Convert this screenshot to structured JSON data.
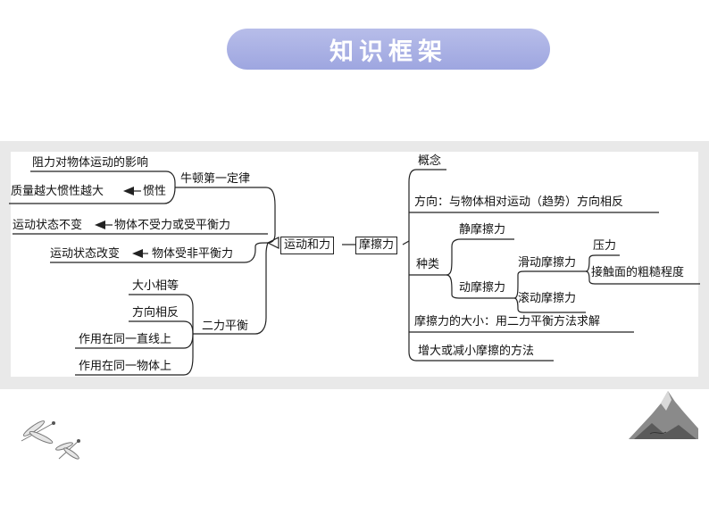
{
  "header": {
    "title": "知识框架"
  },
  "mindmap": {
    "center_left": "运动和力",
    "center_right": "摩擦力",
    "left": {
      "newton": "牛顿第一定律",
      "resistance_effect": "阻力对物体运动的影响",
      "inertia": "惯性",
      "inertia_mass": "质量越大惯性越大",
      "no_force": "物体不受力或受平衡力",
      "state_unchanged": "运动状态不变",
      "unbalanced": "物体受非平衡力",
      "state_changed": "运动状态改变",
      "two_force_balance": "二力平衡",
      "equal_size": "大小相等",
      "opposite_direction": "方向相反",
      "same_line": "作用在同一直线上",
      "same_object": "作用在同一物体上"
    },
    "right": {
      "concept": "概念",
      "direction": "方向：与物体相对运动（趋势）方向相反",
      "types": "种类",
      "static": "静摩擦力",
      "dynamic": "动摩擦力",
      "sliding": "滑动摩擦力",
      "rolling": "滚动摩擦力",
      "pressure": "压力",
      "roughness": "接触面的粗糙程度",
      "magnitude": "摩擦力的大小：用二力平衡方法求解",
      "methods": "增大或减小摩擦的方法"
    }
  },
  "colors": {
    "banner": "#a3abe2",
    "panel": "#e9e9e9",
    "line": "#222222"
  }
}
